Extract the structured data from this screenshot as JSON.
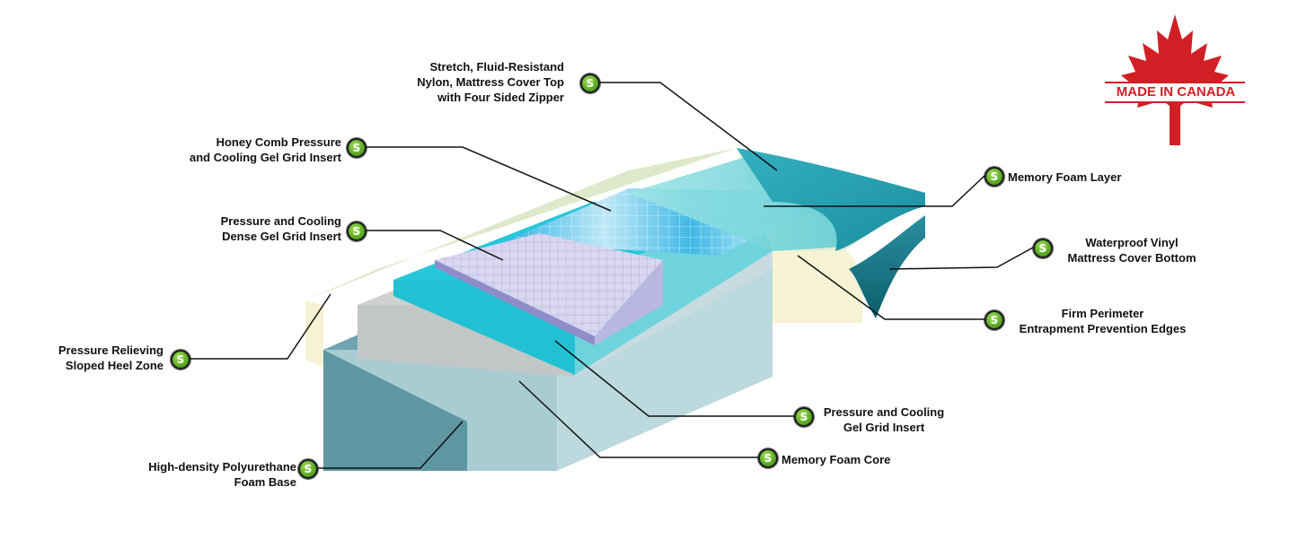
{
  "badge": {
    "name": "made-in-canada-badge",
    "text": "MADE IN CANADA",
    "leaf_color": "#d21f26"
  },
  "colors": {
    "base": "#a9cbd2",
    "memory_core": "#c9cbcb",
    "gel_insert": "#26c6d9",
    "dense_grid": "#d4d2ee",
    "honeycomb": "#4fbfe6",
    "perimeter": "#f6f3d4",
    "memory_layer": "#4dbfcc",
    "vinyl": "#13707e",
    "marker": "#5fae25"
  },
  "callouts": [
    {
      "id": "stretch-nylon-cover",
      "lines": [
        "Stretch, Fluid-Resistand",
        "Nylon, Mattress Cover Top",
        "with Four Sided Zipper"
      ]
    },
    {
      "id": "honey-comb-grid",
      "lines": [
        "Honey Comb Pressure",
        "and Cooling Gel Grid Insert"
      ]
    },
    {
      "id": "dense-gel-grid",
      "lines": [
        "Pressure and Cooling",
        "Dense Gel Grid Insert"
      ]
    },
    {
      "id": "sloped-heel-zone",
      "lines": [
        "Pressure Relieving",
        "Sloped Heel Zone"
      ]
    },
    {
      "id": "polyurethane-base",
      "lines": [
        "High-density Polyurethane",
        "Foam Base"
      ]
    },
    {
      "id": "memory-foam-layer",
      "lines": [
        "Memory Foam Layer"
      ]
    },
    {
      "id": "vinyl-cover-bottom",
      "lines": [
        "Waterproof Vinyl",
        "Mattress Cover Bottom"
      ]
    },
    {
      "id": "firm-perimeter",
      "lines": [
        "Firm Perimeter",
        "Entrapment Prevention Edges"
      ]
    },
    {
      "id": "gel-grid-insert",
      "lines": [
        "Pressure and Cooling",
        "Gel Grid Insert"
      ]
    },
    {
      "id": "memory-foam-core",
      "lines": [
        "Memory Foam Core"
      ]
    }
  ]
}
